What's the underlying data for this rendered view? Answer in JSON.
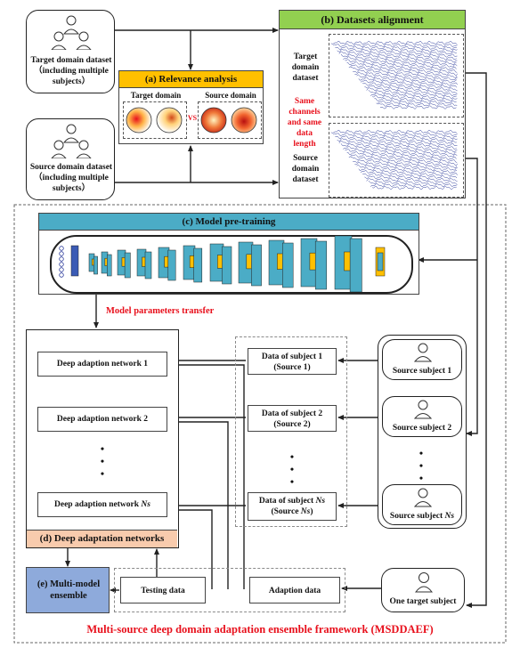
{
  "target_dataset": {
    "label": "Target domain dataset （including multiple subjects）"
  },
  "source_dataset": {
    "label": "Source domain dataset （including multiple subjects）"
  },
  "relevance": {
    "title": "(a) Relevance analysis",
    "target": "Target domain",
    "vs": "VS",
    "source": "Source domain"
  },
  "alignment": {
    "title": "(b) Datasets alignment",
    "target": "Target domain dataset",
    "same": "Same channels and same data length",
    "source": "Source domain dataset"
  },
  "pretraining": {
    "title": "(c) Model pre-training",
    "transfer": "Model parameters transfer"
  },
  "networks": {
    "items": [
      "Deep adaption network 1",
      "Deep adaption network 2",
      "Deep adaption network "
    ],
    "ns": "Ns",
    "title": "(d) Deep adaptation networks"
  },
  "data_subjects": {
    "s1a": "Data of subject 1",
    "s1b": "(Source 1)",
    "s2a": "Data of subject 2",
    "s2b": "(Source 2)",
    "s3a": "Data of subject ",
    "s3b_pre": "(Source ",
    "s3b_post": ")",
    "ns": "Ns"
  },
  "source_subjects": {
    "s1": "Source subject 1",
    "s2": "Source subject 2",
    "s3": "Source subject "
  },
  "ensemble": {
    "label": "(e) Multi-model ensemble"
  },
  "testing": "Testing data",
  "adaption": "Adaption data",
  "one_target": "One target subject",
  "framework_title": "Multi-source deep domain adaptation ensemble framework (MSDDAEF)",
  "dots": "•",
  "colors": {
    "green": "#92d050",
    "yellow": "#ffc000",
    "blue_header": "#4bacc6",
    "salmon": "#f8cbad",
    "ensemble_blue": "#8eaadb",
    "red": "#e8101c"
  }
}
